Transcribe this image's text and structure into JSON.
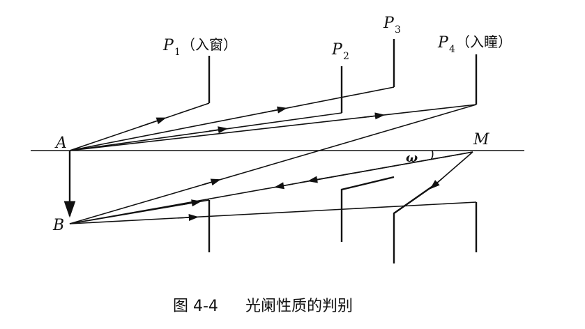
{
  "labels": {
    "A": "A",
    "B": "B",
    "M": "M",
    "omega": "ω",
    "P1": {
      "main": "P",
      "sub": "1",
      "note": "（入窗）"
    },
    "P2": {
      "main": "P",
      "sub": "2"
    },
    "P3": {
      "main": "P",
      "sub": "3"
    },
    "P4": {
      "main": "P",
      "sub": "4",
      "note": "（入瞳）"
    }
  },
  "caption": {
    "number": "图 4-4",
    "title": "光阑性质的判别"
  }
}
